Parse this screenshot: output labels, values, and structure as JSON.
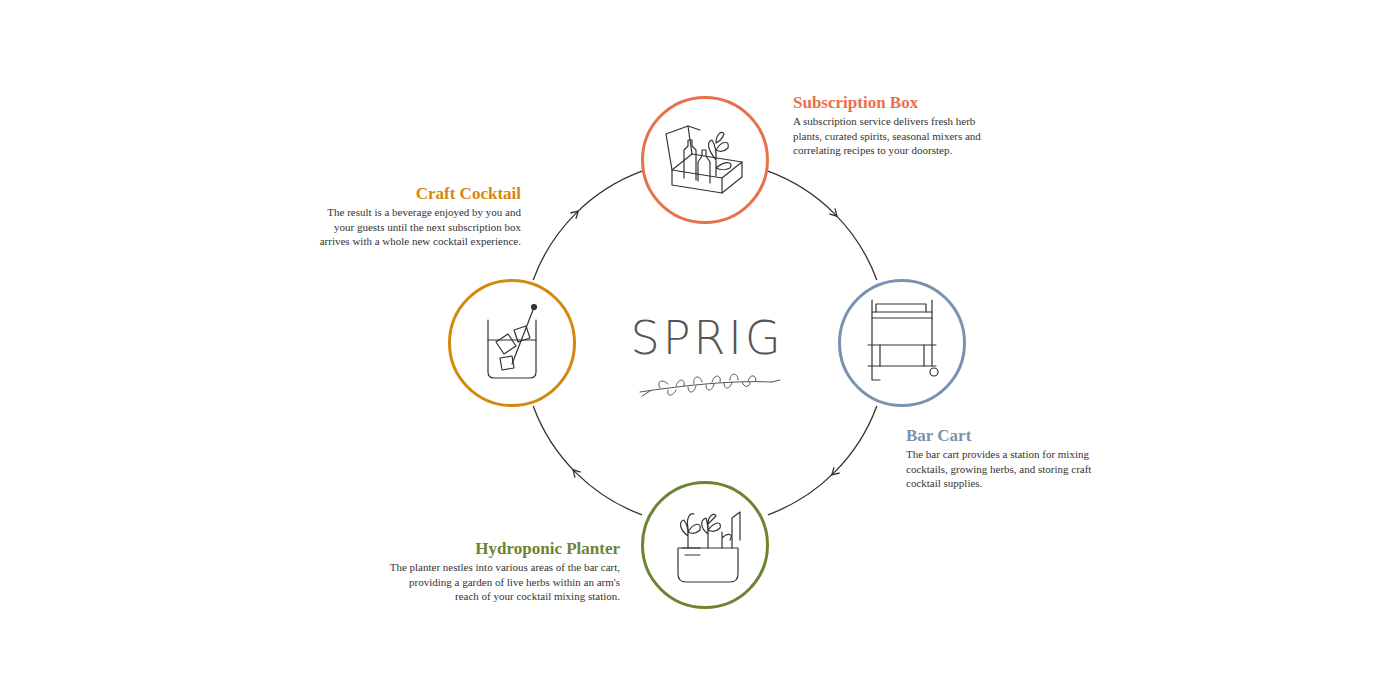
{
  "diagram": {
    "nodes": [
      {
        "text": [
          "Subscription Box",
          "A subscription service delivers fresh herb plants, curated spirits, seasonal mixers and correlating recipes to your doorstep."
        ]
      },
      {
        "text": [
          "Craft Cocktail",
          "The result is a beverage enjoyed by you and your guests until the next subscription box arrives with a whole new cocktail experience."
        ]
      },
      {
        "text": [
          "Bar Cart",
          "The bar cart provides a station for mixing cocktails, growing herbs, and storing craft cocktail supplies."
        ]
      },
      {
        "text": [
          "Hydroponic Planter",
          "The planter nestles into various areas of the bar cart, providing a garden of live herbs within an arm's reach of your cocktail mixing station."
        ]
      }
    ],
    "edges": [
      {
        "from": 0,
        "to": 2,
        "arrow": "to"
      },
      {
        "from": 2,
        "to": 3,
        "arrow": "to"
      },
      {
        "from": 3,
        "to": 1,
        "arrow": "to"
      },
      {
        "from": 1,
        "to": 0,
        "arrow": "to"
      }
    ],
    "labels": [
      "SPRIG"
    ]
  }
}
